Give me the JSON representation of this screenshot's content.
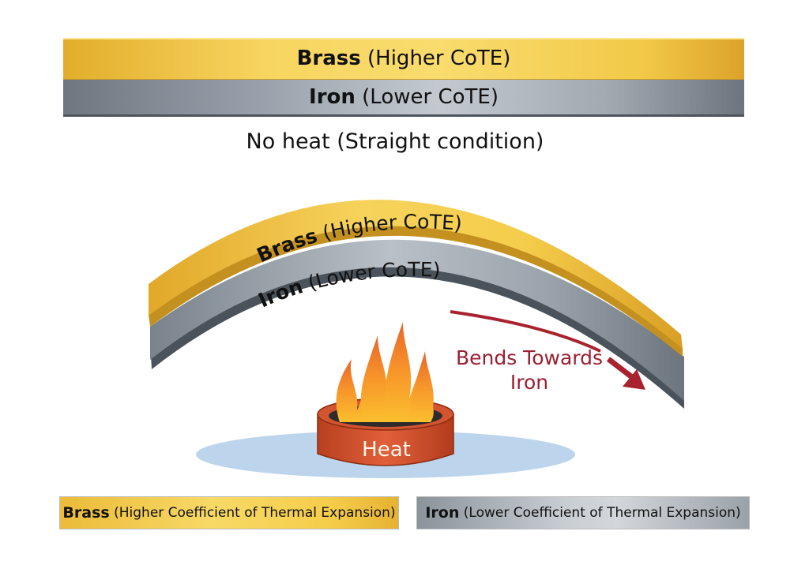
{
  "straight_strip": {
    "brass": {
      "name": "Brass",
      "detail": "(Higher CoTE)",
      "color": "#f5cf52"
    },
    "iron": {
      "name": "Iron",
      "detail": "(Lower CoTE)",
      "color": "#a7afb7"
    },
    "caption": "No heat (Straight condition)"
  },
  "bent_strip": {
    "brass": {
      "name": "Brass",
      "detail": "(Higher CoTE)"
    },
    "iron": {
      "name": "Iron",
      "detail": "(Lower CoTE)"
    },
    "annotation": {
      "line1": "Bends Towards",
      "line2": "Iron",
      "color": "#9b1f33"
    }
  },
  "heat_source": {
    "label": "Heat",
    "icon": "flame-icon",
    "pot_color": "#d6532b"
  },
  "legend": [
    {
      "name": "Brass",
      "detail": "(Higher Coefficient of Thermal Expansion)",
      "color": "#f5cf52"
    },
    {
      "name": "Iron",
      "detail": "(Lower Coefficient of Thermal Expansion)",
      "color": "#b8bec4"
    }
  ]
}
